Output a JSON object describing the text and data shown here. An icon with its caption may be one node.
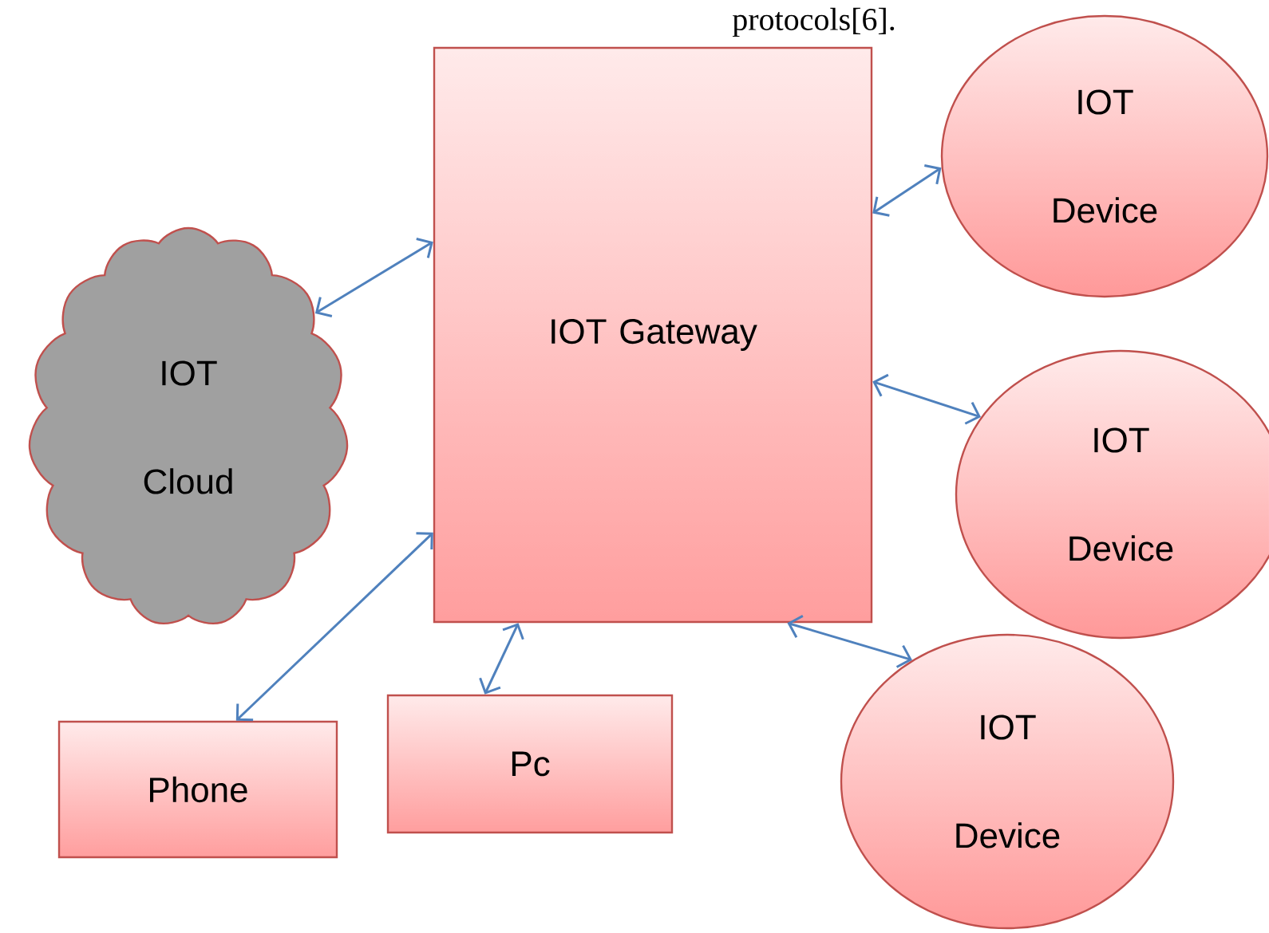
{
  "diagram": {
    "nodes": [
      {
        "text": [
          "IOT Gateway"
        ]
      },
      {
        "text": [
          "IOT Cloud"
        ]
      },
      {
        "text": [
          "IOT Device"
        ]
      },
      {
        "text": [
          "IOT Device"
        ]
      },
      {
        "text": [
          "IOT Device"
        ]
      },
      {
        "text": [
          "Phone"
        ]
      },
      {
        "text": [
          "Pc"
        ]
      }
    ],
    "edges": [
      {
        "from": 0,
        "to": 1,
        "arrow": "both"
      },
      {
        "from": 0,
        "to": 2,
        "arrow": "both"
      },
      {
        "from": 0,
        "to": 3,
        "arrow": "both"
      },
      {
        "from": 0,
        "to": 4,
        "arrow": "both"
      },
      {
        "from": 0,
        "to": 5,
        "arrow": "both"
      },
      {
        "from": 0,
        "to": 6,
        "arrow": "both"
      }
    ],
    "labels": [
      "protocols[6]."
    ]
  }
}
